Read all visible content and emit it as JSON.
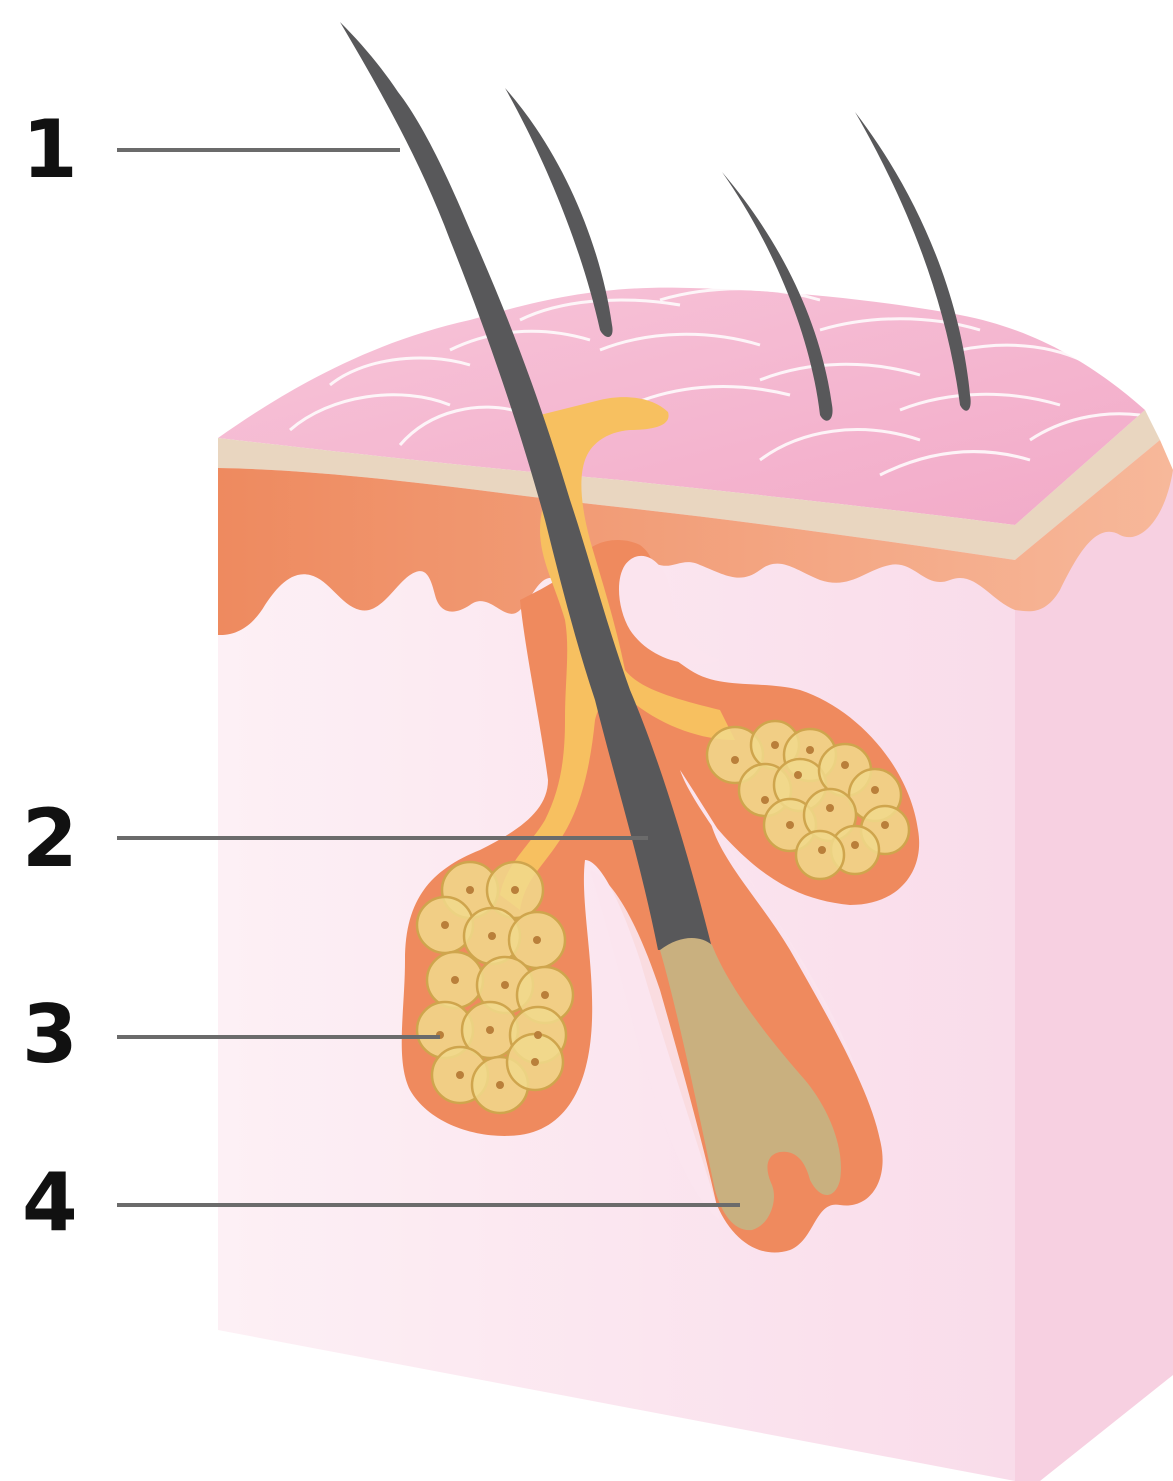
{
  "callouts": [
    {
      "number": "1",
      "part": "hair-shaft"
    },
    {
      "number": "2",
      "part": "follicle-root-sheath"
    },
    {
      "number": "3",
      "part": "sebaceous-gland"
    },
    {
      "number": "4",
      "part": "hair-bulb"
    }
  ],
  "colors": {
    "skin_surface": "#f4b6cf",
    "epidermis_band": "#e9d6c0",
    "dermis": "#ef8c63",
    "dermis_light": "#f6b496",
    "tissue_front": "#fbe4ee",
    "tissue_side": "#f7d3e2",
    "hair": "#58585a",
    "sebum": "#f7c060",
    "gland_cell": "#f1d98c",
    "bulb": "#c9b07f",
    "leader_line": "#6b6b6b",
    "label_text": "#111111"
  }
}
